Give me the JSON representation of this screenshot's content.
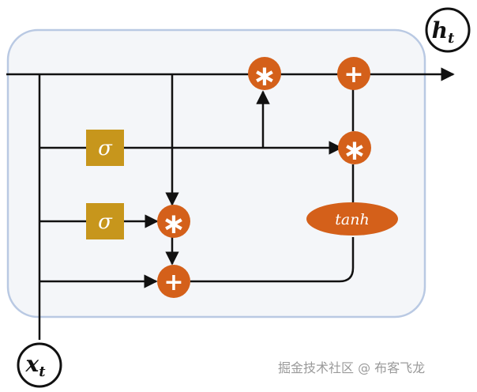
{
  "nodes": {
    "output_label": {
      "base": "h",
      "sub": "t"
    },
    "input_label": {
      "base": "x",
      "sub": "t"
    },
    "gate_top": "σ",
    "gate_bottom": "σ",
    "activation": "tanh",
    "multiply_symbol": "∗",
    "add_symbol": "+"
  },
  "watermark": "掘金技术社区 @ 布客飞龙",
  "colors": {
    "panel_fill": "#f4f6f9",
    "panel_stroke": "#b9c9e3",
    "gate_fill": "#c7961c",
    "operator_fill": "#d4601a",
    "line": "#111111"
  }
}
